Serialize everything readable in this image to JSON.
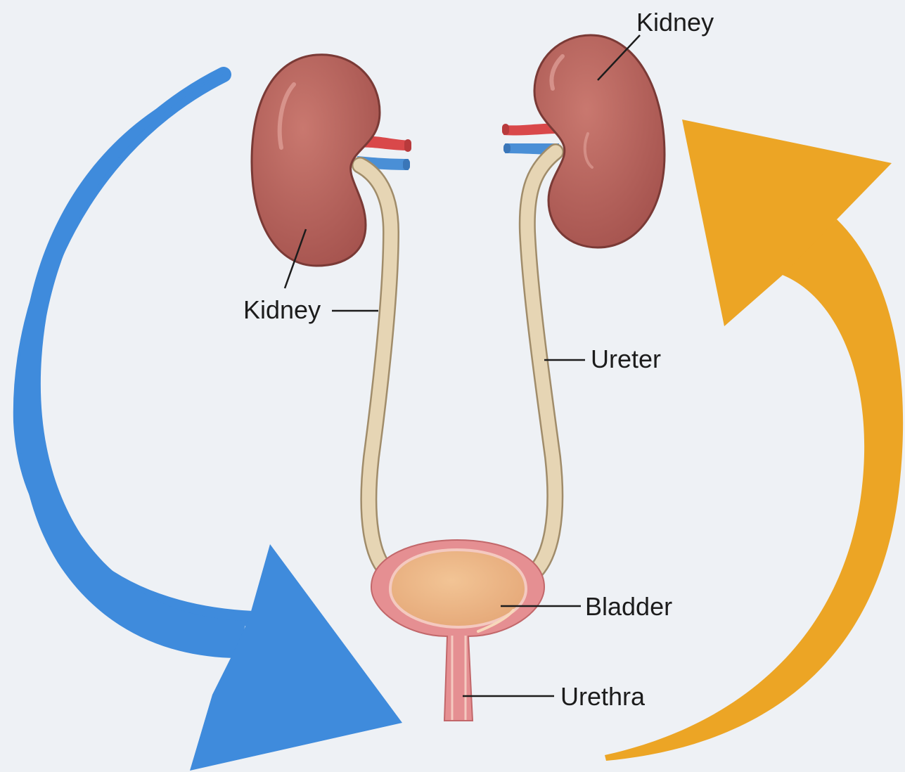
{
  "labels": {
    "kidney_right_label": "Kidney",
    "kidney_left_label": "Kidney",
    "ureter": "Ureter",
    "bladder": "Bladder",
    "urethra": "Urethra"
  },
  "colors": {
    "background": "#eef1f5",
    "blue_arrow": "#3f8bdc",
    "orange_arrow": "#eca525",
    "kidney": "#b8645d",
    "kidney_outline": "#7a3a36",
    "ureter": "#e6d5b4",
    "bladder_wall": "#e58f92",
    "bladder_inner": "#eab283",
    "artery": "#d9484a",
    "vein": "#4a8fd6"
  },
  "icons": {
    "blue_arrow": "curved-arrow-down-right",
    "orange_arrow": "curved-arrow-up"
  }
}
